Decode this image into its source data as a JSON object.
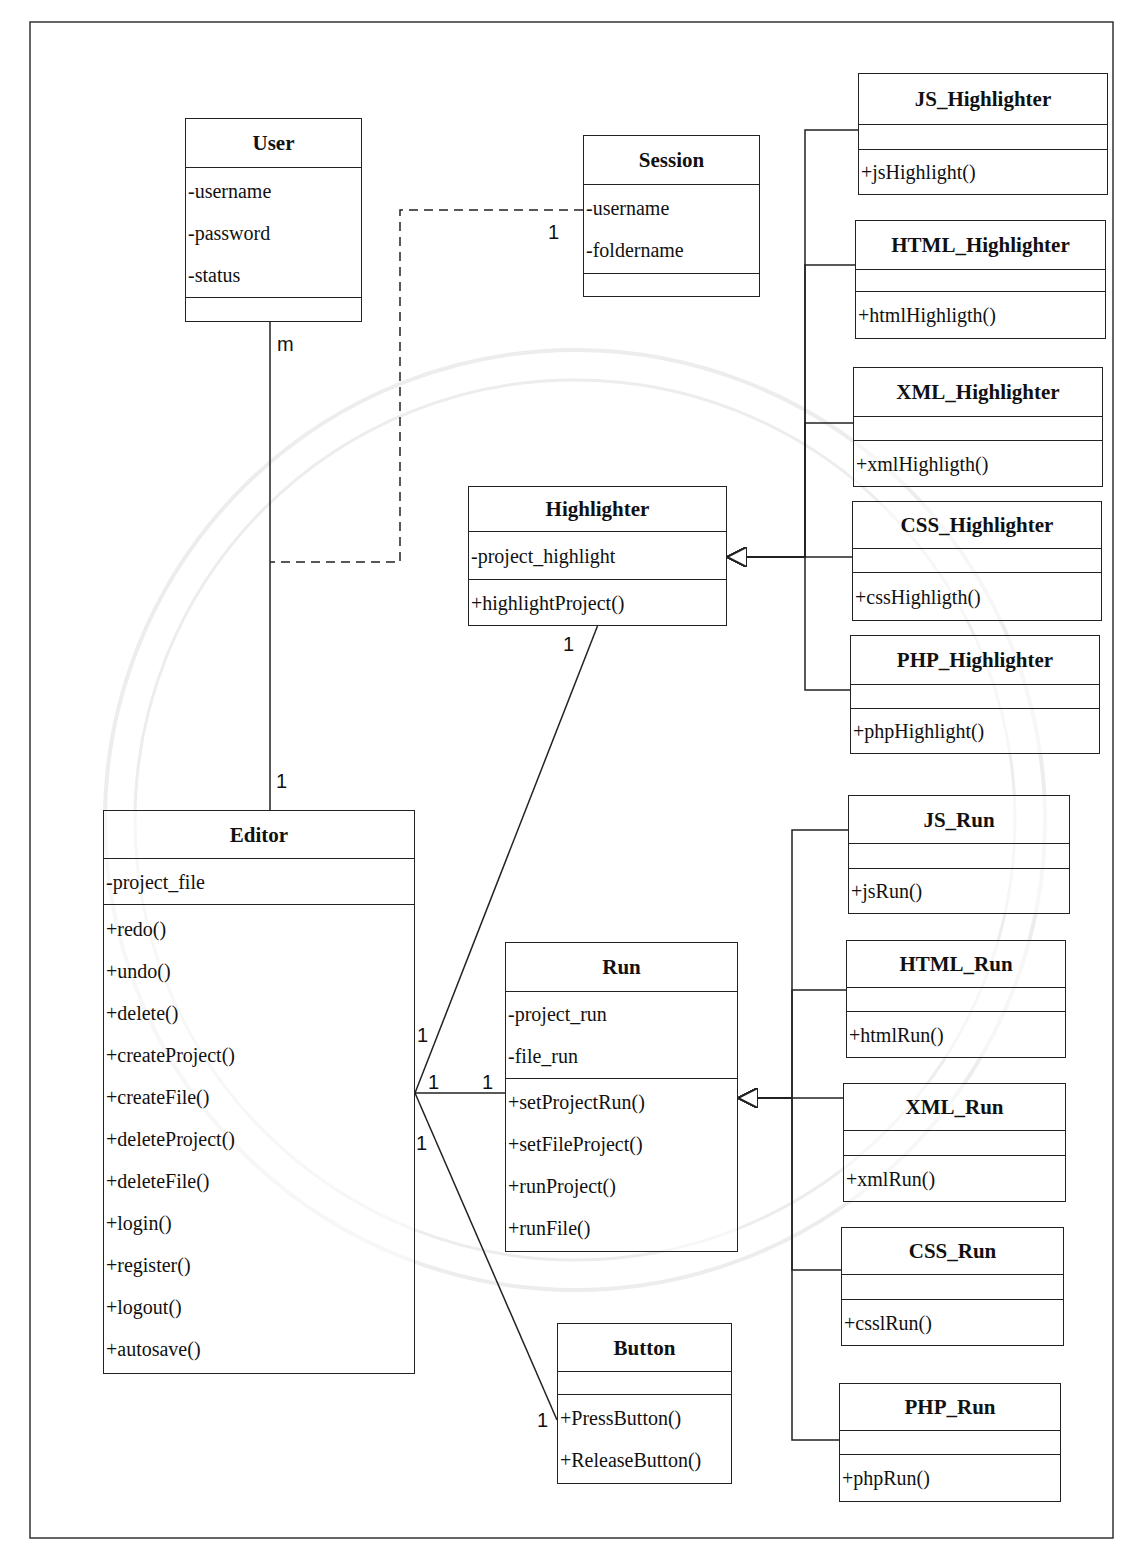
{
  "diagram": {
    "nodes": [
      {
        "text": [
          "User",
          "-username",
          "-password",
          "-status"
        ]
      },
      {
        "text": [
          "Session",
          "-username",
          "-foldername"
        ]
      },
      {
        "text": [
          "JS_Highlighter",
          "+jsHighlight()"
        ]
      },
      {
        "text": [
          "HTML_Highlighter",
          "+htmlHighligth()"
        ]
      },
      {
        "text": [
          "XML_Highlighter",
          "+xmlHighligth()"
        ]
      },
      {
        "text": [
          "Highlighter",
          "-project_highlight",
          "+highlightProject()"
        ]
      },
      {
        "text": [
          "CSS_Highlighter",
          "+cssHighligth()"
        ]
      },
      {
        "text": [
          "PHP_Highlighter",
          "+phpHighlight()"
        ]
      },
      {
        "text": [
          "Editor",
          "-project_file",
          "+redo()",
          "+undo()",
          "+delete()",
          "+createProject()",
          "+createFile()",
          "+deleteProject()",
          "+deleteFile()",
          "+login()",
          "+register()",
          "+logout()",
          "+autosave()"
        ]
      },
      {
        "text": [
          "JS_Run",
          "+jsRun()"
        ]
      },
      {
        "text": [
          "HTML_Run",
          "+htmlRun()"
        ]
      },
      {
        "text": [
          "Run",
          "-project_run",
          "-file_run",
          "+setProjectRun()",
          "+setFileProject()",
          "+runProject()",
          "+runFile()"
        ]
      },
      {
        "text": [
          "XML_Run",
          "+xmlRun()"
        ]
      },
      {
        "text": [
          "CSS_Run",
          "+csslRun()"
        ]
      },
      {
        "text": [
          "PHP_Run",
          "+phpRun()"
        ]
      },
      {
        "text": [
          "Button",
          "+PressButton()",
          "+ReleaseButton()"
        ]
      }
    ],
    "edges": [
      {
        "from": 0,
        "to": 8,
        "arrow": "none"
      },
      {
        "from": 8,
        "to": 5,
        "arrow": "none"
      },
      {
        "from": 8,
        "to": 11,
        "arrow": "none"
      },
      {
        "from": 8,
        "to": 15,
        "arrow": "none"
      },
      {
        "from": 2,
        "to": 5,
        "arrow": "to"
      },
      {
        "from": 3,
        "to": 5,
        "arrow": "to"
      },
      {
        "from": 4,
        "to": 5,
        "arrow": "to"
      },
      {
        "from": 6,
        "to": 5,
        "arrow": "to"
      },
      {
        "from": 7,
        "to": 5,
        "arrow": "to"
      },
      {
        "from": 9,
        "to": 11,
        "arrow": "to"
      },
      {
        "from": 10,
        "to": 11,
        "arrow": "to"
      },
      {
        "from": 12,
        "to": 11,
        "arrow": "to"
      },
      {
        "from": 13,
        "to": 11,
        "arrow": "to"
      },
      {
        "from": 14,
        "to": 11,
        "arrow": "to"
      }
    ],
    "labels": [
      "m",
      "1",
      "1",
      "1",
      "1",
      "1",
      "1",
      "1",
      "1"
    ]
  }
}
